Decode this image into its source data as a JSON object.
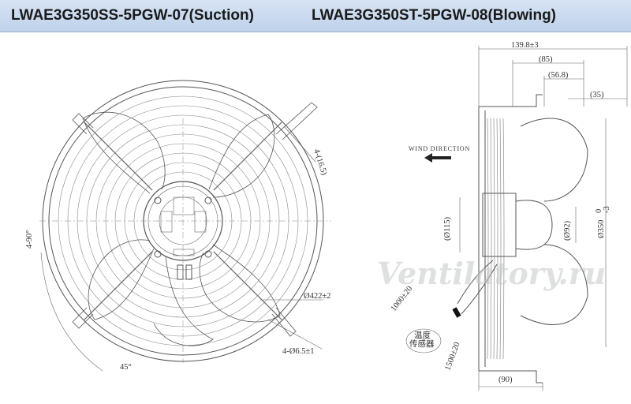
{
  "header": {
    "title_left": "LWAE3G350SS-5PGW-07(Suction)",
    "title_right": "LWAE3G350ST-5PGW-08(Blowing)"
  },
  "front_view": {
    "dim_slot": "4-(16.5)",
    "dim_angle_left": "4-90°",
    "dim_angle_bottom": "45°",
    "dim_diameter": "Ø422±2",
    "dim_holes": "4-Ø6.5±1"
  },
  "side_view": {
    "dim_overall_depth": "139.8±3",
    "dim_85": "(85)",
    "dim_56_8": "(56.8)",
    "dim_35": "(35)",
    "wind_direction": "WIND DIRECTION",
    "dim_115": "(Ø115)",
    "dim_92": "(Ø92)",
    "dim_350": "Ø350",
    "dim_350_tol_upper": "0",
    "dim_350_tol_lower": "-3",
    "dim_cable_1": "1000±20",
    "dim_cable_2": "1500±20",
    "temp_label_1": "温度",
    "temp_label_2": "传感器",
    "dim_90": "(90)"
  },
  "watermark": "Ventilatory.ru"
}
